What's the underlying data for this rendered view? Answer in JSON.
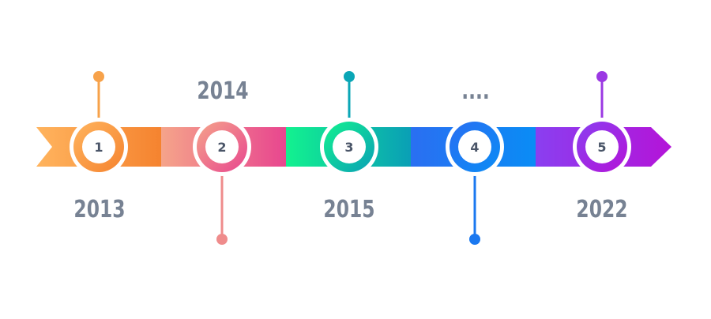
{
  "timeline": {
    "milestones": [
      {
        "number": "1",
        "label": "2013",
        "label_side": "bottom",
        "stem": "up",
        "color_from": "#ffb45e",
        "color_to": "#f5832f",
        "stem_color": "#f7a24a"
      },
      {
        "number": "2",
        "label": "2014",
        "label_side": "top",
        "stem": "down",
        "color_from": "#f5a48a",
        "color_to": "#e8468f",
        "stem_color": "#ef8c8c"
      },
      {
        "number": "3",
        "label": "2015",
        "label_side": "bottom",
        "stem": "up",
        "color_from": "#12f28f",
        "color_to": "#0a9fb6",
        "stem_color": "#0aa6b6"
      },
      {
        "number": "4",
        "label": "....",
        "label_side": "top",
        "stem": "down",
        "color_from": "#2a6ff2",
        "color_to": "#0a8cf5",
        "stem_color": "#1a78f0"
      },
      {
        "number": "5",
        "label": "2022",
        "label_side": "bottom",
        "stem": "up",
        "color_from": "#8a3ff0",
        "color_to": "#b414d8",
        "stem_color": "#9b38e3"
      }
    ],
    "text_color": "#778293",
    "number_color": "#4a5568"
  }
}
